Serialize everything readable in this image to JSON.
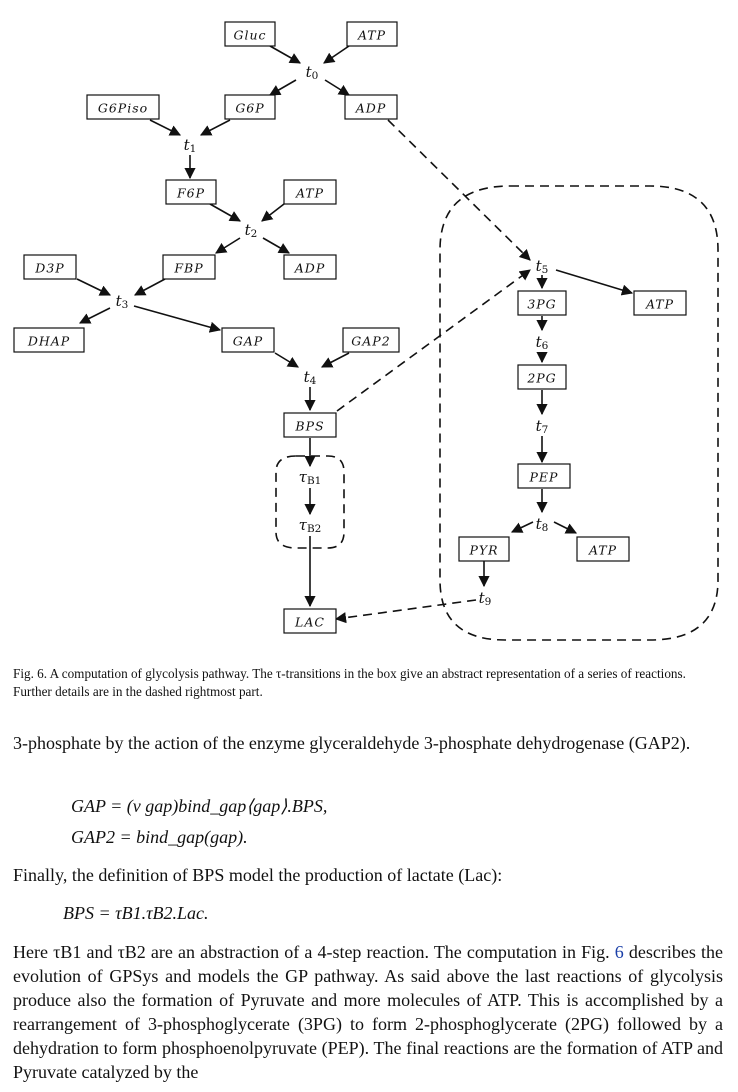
{
  "figure": {
    "nodes": [
      {
        "id": "gluc",
        "label": "Gluc"
      },
      {
        "id": "atp1",
        "label": "ATP"
      },
      {
        "id": "g6piso",
        "label": "G6Piso"
      },
      {
        "id": "g6p",
        "label": "G6P"
      },
      {
        "id": "adp1",
        "label": "ADP"
      },
      {
        "id": "f6p",
        "label": "F6P"
      },
      {
        "id": "atp2",
        "label": "ATP"
      },
      {
        "id": "d3p",
        "label": "D3P"
      },
      {
        "id": "fbp",
        "label": "FBP"
      },
      {
        "id": "adp2",
        "label": "ADP"
      },
      {
        "id": "dhap",
        "label": "DHAP"
      },
      {
        "id": "gap",
        "label": "GAP"
      },
      {
        "id": "gap2",
        "label": "GAP2"
      },
      {
        "id": "bps",
        "label": "BPS"
      },
      {
        "id": "lac",
        "label": "LAC"
      },
      {
        "id": "3pg",
        "label": "3PG"
      },
      {
        "id": "atp3",
        "label": "ATP"
      },
      {
        "id": "2pg",
        "label": "2PG"
      },
      {
        "id": "pep",
        "label": "PEP"
      },
      {
        "id": "pyr",
        "label": "PYR"
      },
      {
        "id": "atp4",
        "label": "ATP"
      }
    ],
    "transitions": [
      {
        "id": "t0",
        "base": "t",
        "sub": "0"
      },
      {
        "id": "t1",
        "base": "t",
        "sub": "1"
      },
      {
        "id": "t2",
        "base": "t",
        "sub": "2"
      },
      {
        "id": "t3",
        "base": "t",
        "sub": "3"
      },
      {
        "id": "t4",
        "base": "t",
        "sub": "4"
      },
      {
        "id": "t5",
        "base": "t",
        "sub": "5"
      },
      {
        "id": "t6",
        "base": "t",
        "sub": "6"
      },
      {
        "id": "t7",
        "base": "t",
        "sub": "7"
      },
      {
        "id": "t8",
        "base": "t",
        "sub": "8"
      },
      {
        "id": "t9",
        "base": "t",
        "sub": "9"
      },
      {
        "id": "tb1",
        "base": "τ",
        "sub": "B1"
      },
      {
        "id": "tb2",
        "base": "τ",
        "sub": "B2"
      }
    ]
  },
  "caption": "Fig. 6. A computation of glycolysis pathway. The τ-transitions in the box give an abstract representation of a series of reactions. Further details are in the dashed rightmost part.",
  "paragraphs": {
    "p1": "3-phosphate by the action of the enzyme glyceraldehyde 3-phosphate dehydrogenase (GAP2).",
    "p2": "Finally, the definition of BPS model the production of lactate (Lac):",
    "p3_a": "Here τB1 and τB2 are an abstraction of a 4-step reaction. The computation in Fig. ",
    "p3_ref": "6",
    "p3_b": " describes the evolution of GPSys and models the GP pathway. As said above the last reactions of glycolysis produce also the formation of Pyruvate and more molecules of ATP. This is accomplished by a rearrangement of 3-phosphoglycerate (3PG) to form 2-phosphoglycerate (2PG) followed by a dehydration to form phosphoenolpyruvate (PEP). The final reactions are the formation of ATP and Pyruvate catalyzed by the"
  },
  "equations": {
    "eq1": "GAP = (ν gap)bind_gap⟨gap⟩.BPS,",
    "eq2": "GAP2 = bind_gap(gap).",
    "eq3": "BPS = τB1.τB2.Lac."
  },
  "colors": {
    "link": "#1a3fa8",
    "ink": "#111111"
  }
}
